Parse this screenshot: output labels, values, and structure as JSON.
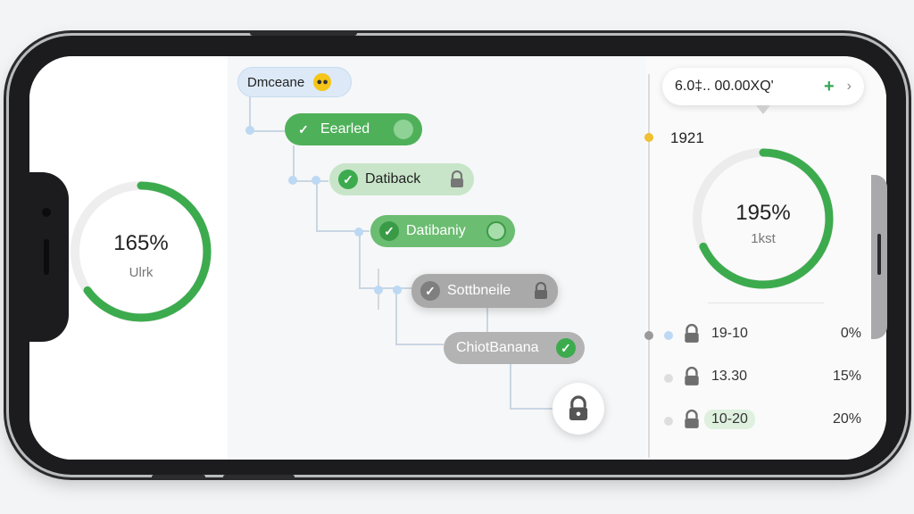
{
  "left_gauge": {
    "percent_text": "165%",
    "label": "Ulrk",
    "fill_fraction": 0.65
  },
  "flow": {
    "root": {
      "label": "Dmceane"
    },
    "steps": [
      {
        "label": "Eearled",
        "state": "done"
      },
      {
        "label": "Datiback",
        "state": "locked"
      },
      {
        "label": "Datibaniy",
        "state": "done"
      },
      {
        "label": "Sottbneile",
        "state": "locked"
      },
      {
        "label": "ChiotBanana",
        "state": "done"
      }
    ]
  },
  "right_panel": {
    "search_text": "6.0‡.. 00.00XQ'",
    "year": "1921",
    "gauge": {
      "percent_text": "195%",
      "label": "1kst",
      "fill_fraction": 0.68
    },
    "rows": [
      {
        "time": "19-10",
        "percent": "0%"
      },
      {
        "time": "13.30",
        "percent": "15%"
      },
      {
        "time": "10-20",
        "percent": "20%"
      }
    ]
  },
  "colors": {
    "accent_green": "#3cab4e",
    "accent_blue": "#bcd8f3",
    "lock_gray": "#6e6e6e"
  }
}
